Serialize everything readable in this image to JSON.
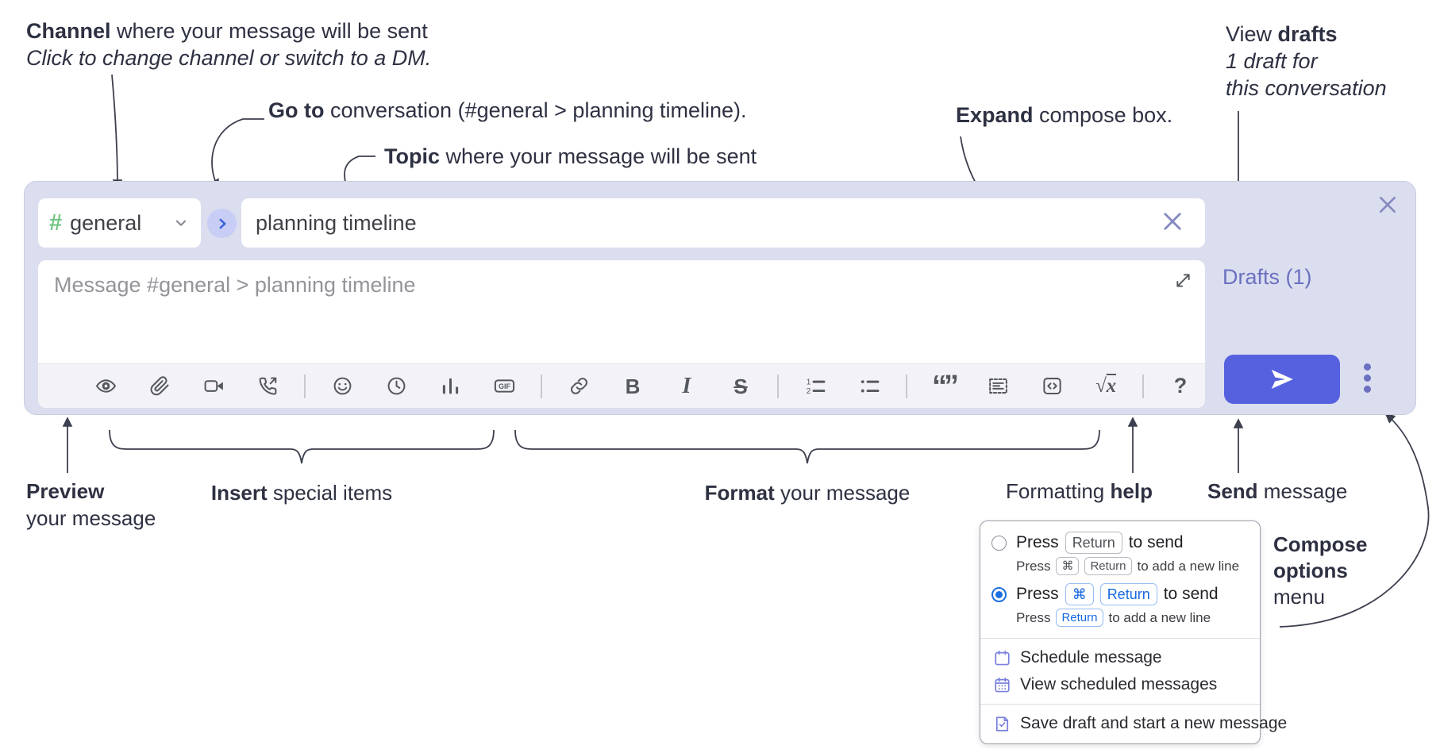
{
  "colors": {
    "compose_background": "#dbdeef",
    "send_button": "#5661e0",
    "link_purple": "#6b70c0",
    "channel_hash_green": "#72c585",
    "goto_chevron_blue": "#3f66d9",
    "selected_radio_blue": "#1b6fe0",
    "menu_icon_purple": "#7b80dd",
    "annotation_ink": "#2e3142"
  },
  "annotations": {
    "channel": {
      "bold": "Channel",
      "rest": " where your message will be sent",
      "line2": "Click to change channel or switch to a DM."
    },
    "goto": {
      "bold": "Go to",
      "rest": " conversation (#general > planning timeline)."
    },
    "topic": {
      "bold": "Topic",
      "rest": " where your message will be sent"
    },
    "expand": {
      "bold": "Expand",
      "rest": " compose box."
    },
    "view_drafts": {
      "normal": "View ",
      "bold": "drafts",
      "line2": "1 draft for",
      "line3": "this conversation"
    },
    "preview": {
      "bold": "Preview",
      "line2": "your message"
    },
    "insert": {
      "bold": "Insert",
      "rest": " special items"
    },
    "format": {
      "bold": "Format",
      "rest": " your message"
    },
    "formatting_help": {
      "normal": "Formatting ",
      "bold": "help"
    },
    "send": {
      "bold": "Send",
      "rest": " message"
    },
    "compose_options": {
      "bold_line1": "Compose",
      "bold_line2": "options",
      "line3": "menu"
    }
  },
  "compose": {
    "channel": {
      "hash": "#",
      "name": "general"
    },
    "topic_value": "planning timeline",
    "message_placeholder": "Message #general > planning timeline",
    "drafts_label": "Drafts (1)",
    "toolbar": [
      {
        "name": "preview-icon",
        "glyph": "eye"
      },
      {
        "name": "attach-file-icon",
        "glyph": "paperclip"
      },
      {
        "name": "video-call-icon",
        "glyph": "video"
      },
      {
        "name": "voice-call-icon",
        "glyph": "phone"
      },
      {
        "divider": true
      },
      {
        "name": "emoji-icon",
        "glyph": "smiley"
      },
      {
        "name": "global-time-icon",
        "glyph": "clock"
      },
      {
        "name": "poll-icon",
        "glyph": "poll"
      },
      {
        "name": "gif-icon",
        "glyph": "gif",
        "text": "GIF"
      },
      {
        "divider": true
      },
      {
        "name": "link-icon",
        "glyph": "link"
      },
      {
        "name": "bold-icon",
        "glyph": "span",
        "cls": "tg",
        "text": "B"
      },
      {
        "name": "italic-icon",
        "glyph": "span",
        "cls": "tg tg-i",
        "text": "I"
      },
      {
        "name": "strikethrough-icon",
        "glyph": "span",
        "cls": "tg tg-s",
        "text": "S"
      },
      {
        "divider": true
      },
      {
        "name": "numbered-list-icon",
        "glyph": "ol",
        "nums": [
          "1",
          "2"
        ]
      },
      {
        "name": "bulleted-list-icon",
        "glyph": "ul"
      },
      {
        "divider": true
      },
      {
        "name": "quote-icon",
        "glyph": "span",
        "cls": "tg tg-q",
        "text": "“”"
      },
      {
        "name": "spoiler-icon",
        "glyph": "spoiler"
      },
      {
        "name": "code-icon",
        "glyph": "code"
      },
      {
        "name": "math-icon",
        "glyph": "math",
        "text": "√x"
      },
      {
        "divider": true
      },
      {
        "name": "formatting-help-icon",
        "glyph": "span",
        "cls": "tg tg-h",
        "text": "?"
      }
    ]
  },
  "popup": {
    "options": [
      {
        "selected": false,
        "main": [
          {
            "text": "Press"
          },
          {
            "key": "Return"
          },
          {
            "text": "to send"
          }
        ],
        "sub": [
          {
            "text": "Press"
          },
          {
            "key": "⌘"
          },
          {
            "key": "Return"
          },
          {
            "text": "to add a new line"
          }
        ]
      },
      {
        "selected": true,
        "main": [
          {
            "text": "Press"
          },
          {
            "key": "⌘",
            "blue": true
          },
          {
            "key": "Return",
            "blue": true
          },
          {
            "text": "to send"
          }
        ],
        "sub": [
          {
            "text": "Press"
          },
          {
            "key": "Return",
            "blue": true
          },
          {
            "text": "to add a new line"
          }
        ]
      }
    ],
    "menu_groups": [
      [
        {
          "name": "schedule-message-item",
          "glyph": "calendar",
          "label": "Schedule message"
        },
        {
          "name": "view-scheduled-messages-item",
          "glyph": "calendar-dots",
          "label": "View scheduled messages"
        }
      ],
      [
        {
          "name": "save-draft-new-message-item",
          "glyph": "note-check",
          "label": "Save draft and start a new message"
        }
      ]
    ]
  }
}
